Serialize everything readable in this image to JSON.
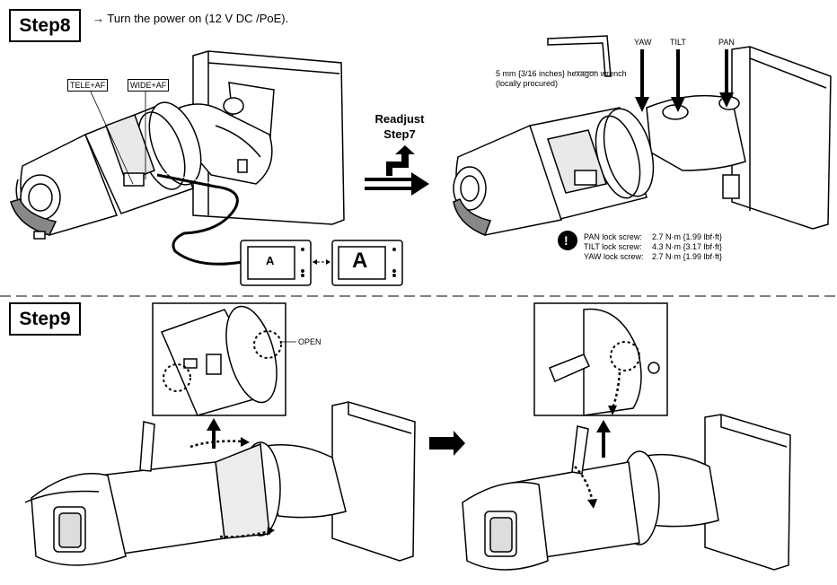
{
  "step8": {
    "label": "Step8",
    "instruction": "→ Turn the power on (12 V DC /PoE).",
    "tele_af": "TELE+AF",
    "wide_af": "WIDE+AF",
    "readjust_line1": "Readjust",
    "readjust_line2": "Step7",
    "monitor_letter_small": "A",
    "monitor_letter_large": "A",
    "wrench_line1": "5 mm {3/16 inches} hexagon wrench",
    "wrench_line2": "(locally procured)",
    "yaw": "YAW",
    "tilt": "TILT",
    "pan": "PAN",
    "torque": [
      {
        "name": "PAN lock screw:",
        "value": "2.7 N·m {1.99 lbf·ft}"
      },
      {
        "name": "TILT lock screw:",
        "value": "4.3 N·m {3.17 lbf·ft}"
      },
      {
        "name": "YAW lock screw:",
        "value": "2.7 N·m {1.99 lbf·ft}"
      }
    ],
    "warning_symbol": "!"
  },
  "step9": {
    "label": "Step9",
    "open": "OPEN"
  },
  "icons": {
    "caution": "caution-icon",
    "arrow": "arrow-right-icon"
  }
}
